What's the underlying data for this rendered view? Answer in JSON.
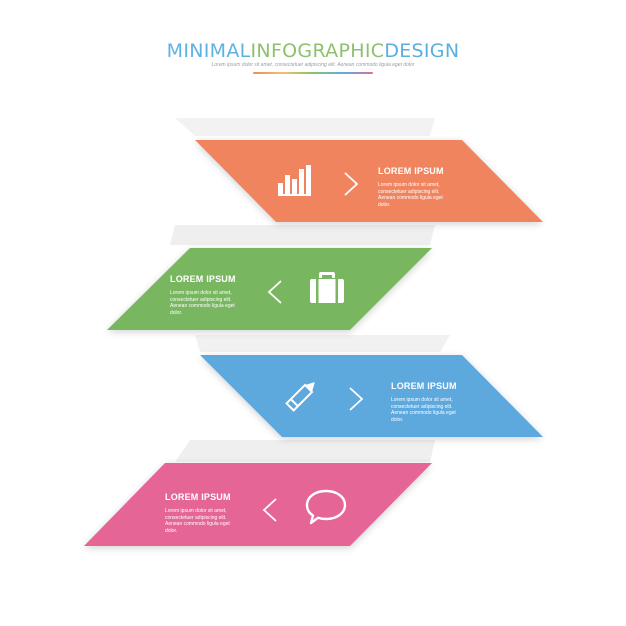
{
  "header": {
    "title_part1": "MINIMAL ",
    "title_part2": "INFOGRAPHIC ",
    "title_part3": "DESIGN",
    "subtitle": "Lorem ipsum dolor sit amet, consectetuer adipiscing elit. Aenean commodo ligula eget dolor",
    "colors": {
      "part1": "#5fb2e0",
      "part2": "#8cc16f",
      "part3": "#5aaee0"
    }
  },
  "steps": [
    {
      "title": "LOREM IPSUM",
      "body": "Lorem ipsum dolor sit amet, consectetuer adipiscing elit. Aenean commodo ligula eget dolor.",
      "icon": "bar-chart-icon",
      "arrow": "chevron-right-icon",
      "color": "#f0845e"
    },
    {
      "title": "LOREM IPSUM",
      "body": "Lorem ipsum dolor sit amet, consectetuer adipiscing elit. Aenean commodo ligula eget dolor.",
      "icon": "briefcase-icon",
      "arrow": "chevron-left-icon",
      "color": "#78b75f"
    },
    {
      "title": "LOREM IPSUM",
      "body": "Lorem ipsum dolor sit amet, consectetuer adipiscing elit. Aenean commodo ligula eget dolor.",
      "icon": "pencil-icon",
      "arrow": "chevron-right-icon",
      "color": "#5da8dd"
    },
    {
      "title": "LOREM IPSUM",
      "body": "Lorem ipsum dolor sit amet, consectetuer adipiscing elit. Aenean commodo ligula eget dolor.",
      "icon": "speech-bubble-icon",
      "arrow": "chevron-left-icon",
      "color": "#e46596"
    }
  ]
}
